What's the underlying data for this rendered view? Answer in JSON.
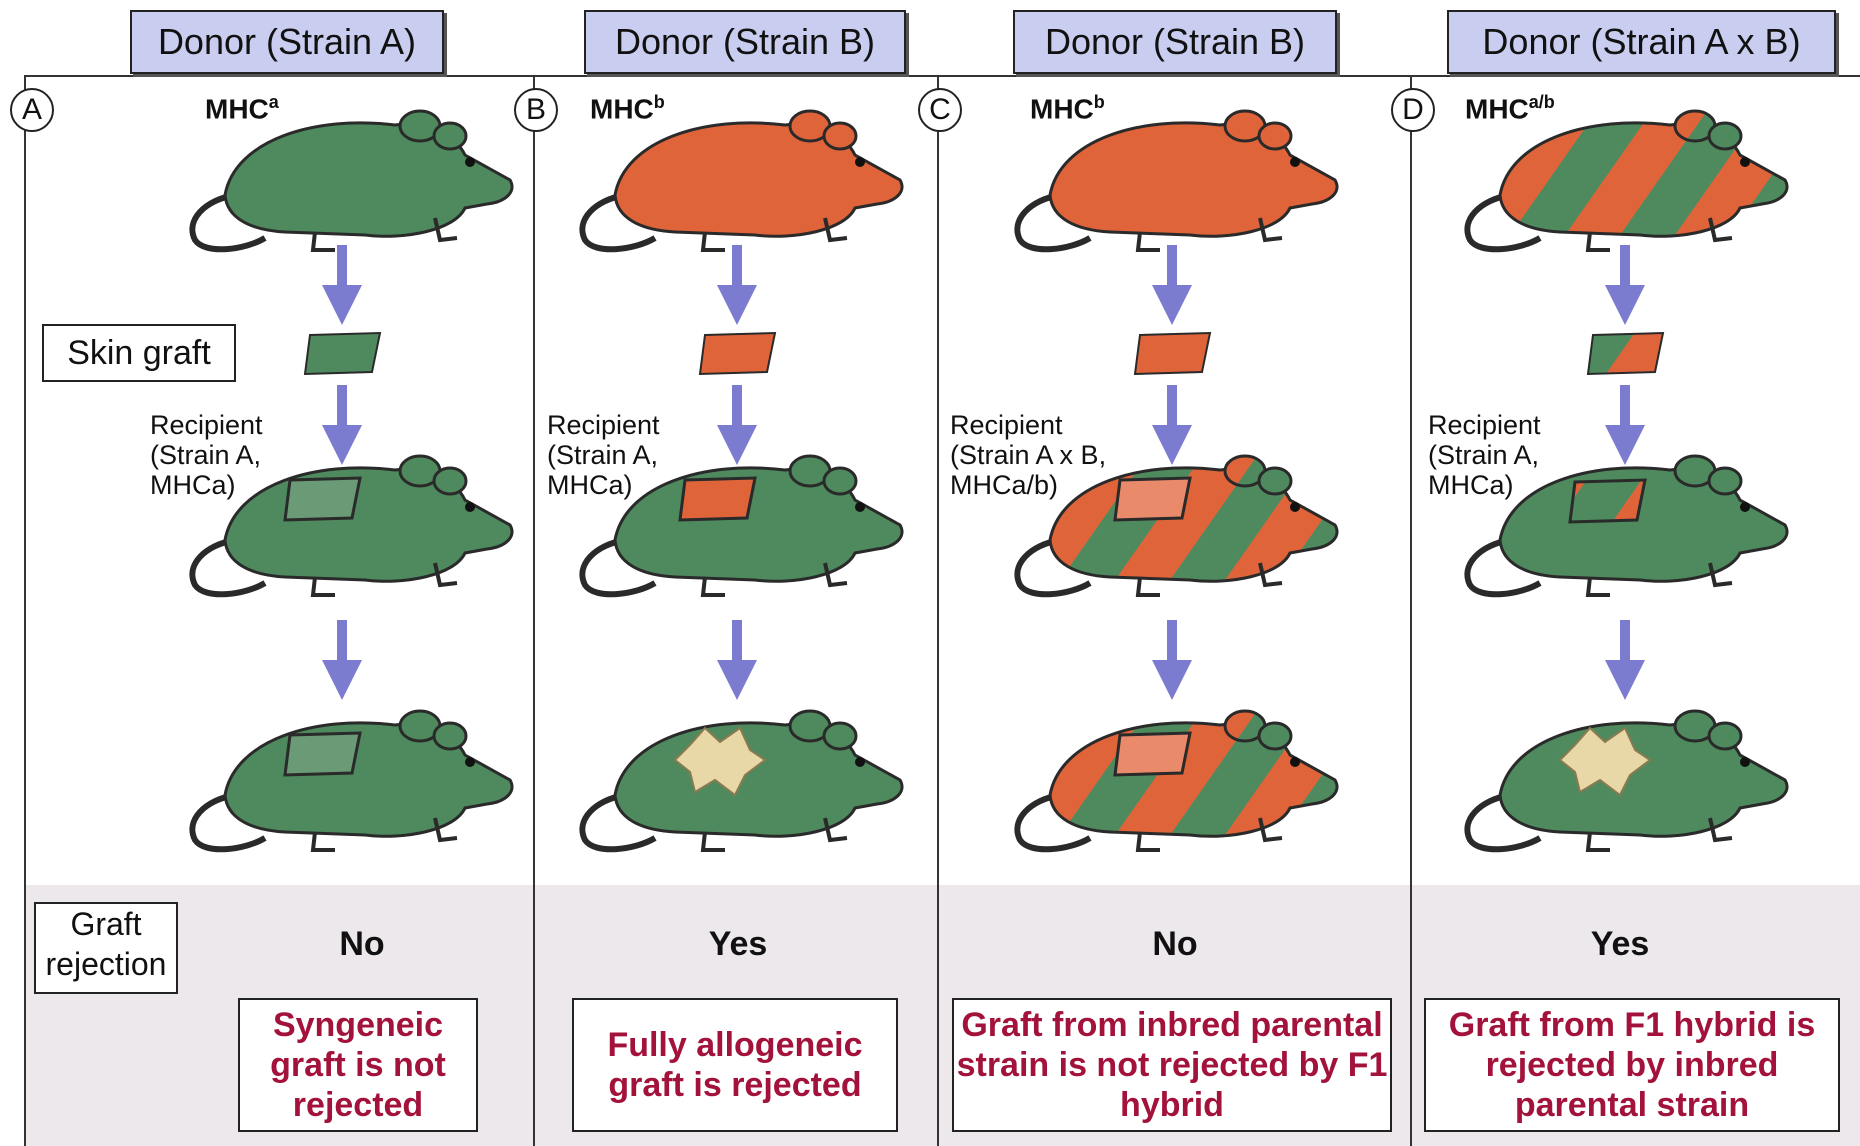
{
  "donors": [
    "Donor (Strain A)",
    "Donor (Strain B)",
    "Donor (Strain B)",
    "Donor (Strain A x B)"
  ],
  "panels": [
    {
      "letter": "A",
      "mhc_base": "MHC",
      "mhc_sup": "a",
      "recipient": "Recipient\n(Strain A,\nMHCa)",
      "rejection": "No",
      "caption": "Syngeneic graft is not rejected"
    },
    {
      "letter": "B",
      "mhc_base": "MHC",
      "mhc_sup": "b",
      "recipient": "Recipient\n(Strain A,\nMHCa)",
      "rejection": "Yes",
      "caption": "Fully allogeneic graft is rejected"
    },
    {
      "letter": "C",
      "mhc_base": "MHC",
      "mhc_sup": "b",
      "recipient": "Recipient\n(Strain A x B,\nMHCa/b)",
      "rejection": "No",
      "caption": "Graft from inbred parental strain is not rejected by F1 hybrid"
    },
    {
      "letter": "D",
      "mhc_base": "MHC",
      "mhc_sup": "a/b",
      "recipient": "Recipient\n(Strain A,\nMHCa)",
      "rejection": "Yes",
      "caption": "Graft from F1 hybrid is rejected by inbred parental strain"
    }
  ],
  "labels": {
    "skin_graft": "Skin graft",
    "graft_rejection": "Graft\nrejection"
  },
  "colors": {
    "strain_a": "#4e8a5e",
    "strain_b": "#e0643a",
    "arrow": "#7b7bd0",
    "rejected_patch": "#e8d8a8",
    "caption_text": "#a3123a",
    "donor_header": "#c9cdef"
  }
}
